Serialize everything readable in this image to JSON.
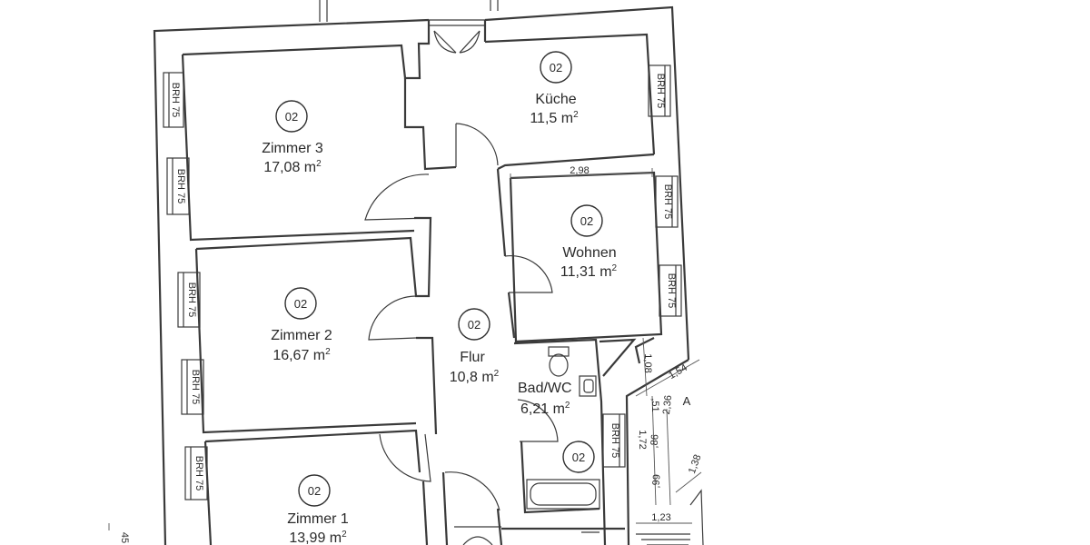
{
  "rooms": [
    {
      "id": "zimmer3",
      "badge": "02",
      "name": "Zimmer 3",
      "area": "17,08 m",
      "sup": "2"
    },
    {
      "id": "kueche",
      "badge": "02",
      "name": "Küche",
      "area": "11,5 m",
      "sup": "2"
    },
    {
      "id": "wohnen",
      "badge": "02",
      "name": "Wohnen",
      "area": "11,31 m",
      "sup": "2"
    },
    {
      "id": "zimmer2",
      "badge": "02",
      "name": "Zimmer 2",
      "area": "16,67 m",
      "sup": "2"
    },
    {
      "id": "flur",
      "badge": "02",
      "name": "Flur",
      "area": "10,8 m",
      "sup": "2"
    },
    {
      "id": "bad",
      "badge": "02",
      "name": "Bad/WC",
      "area": "6,21 m",
      "sup": "2"
    },
    {
      "id": "zimmer1",
      "badge": "02",
      "name": "Zimmer 1",
      "area": "13,99 m",
      "sup": "2"
    }
  ],
  "window_label": "BRH 75",
  "dimensions": {
    "wohnen_width": "2,98",
    "d108": "1,08",
    "d154": "1,54",
    "d236": "2,36",
    "d51": ",51",
    "d86": ",86",
    "d172": "1,72",
    "d99": ",99",
    "d123": "1,23",
    "d138": "1,38",
    "d45": "45"
  },
  "markers": {
    "section_a": "A"
  }
}
